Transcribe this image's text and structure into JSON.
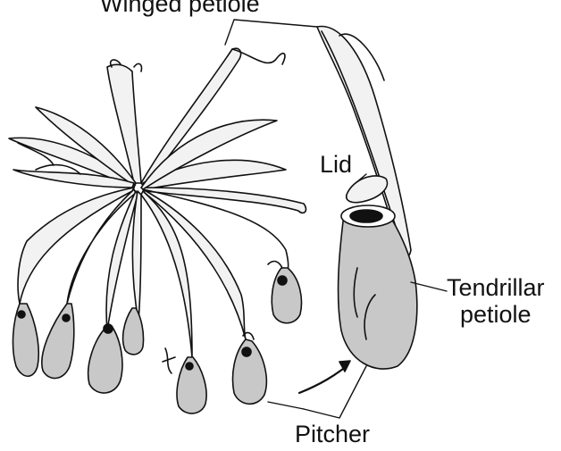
{
  "labels": {
    "winged_petiole": "Winged petiole",
    "lid": "Lid",
    "tendrillar_line1": "Tendrillar",
    "tendrillar_line2": "petiole",
    "pitcher": "Pitcher"
  },
  "colors": {
    "ink": "#111111",
    "pitcher_fill": "#c8c8c8",
    "leaf_fill": "#f2f2f2"
  }
}
